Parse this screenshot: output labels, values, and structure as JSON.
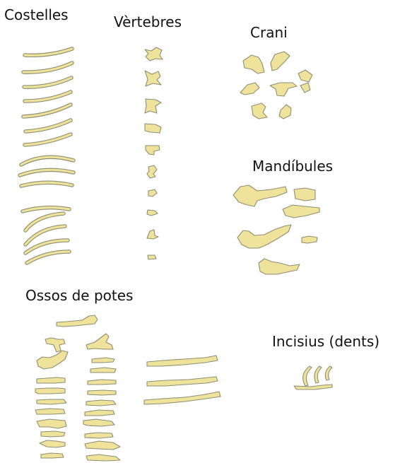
{
  "groups": {
    "ribs": "Costelles",
    "vertebrae": "Vèrtebres",
    "skull": "Crani",
    "jaws": "Mandíbules",
    "limbs": "Ossos de potes",
    "incisors": "Incisius (dents)"
  },
  "colors": {
    "bone_fill": "#efe29a",
    "bone_outline": "#8d8f75",
    "background": "#ffffff"
  }
}
